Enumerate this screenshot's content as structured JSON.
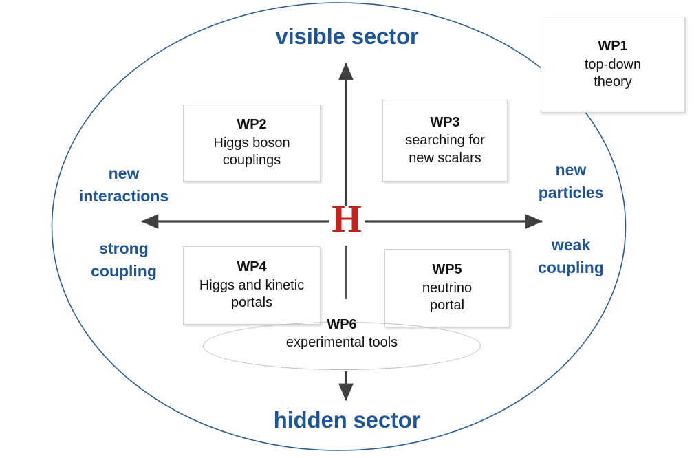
{
  "diagram": {
    "title_top": "visible sector",
    "title_bottom": "hidden sector",
    "center_symbol": "H",
    "axis_labels": {
      "top_left_line1": "new",
      "top_left_line2": "interactions",
      "bottom_left_line1": "strong",
      "bottom_left_line2": "coupling",
      "top_right_line1": "new",
      "top_right_line2": "particles",
      "bottom_right_line1": "weak",
      "bottom_right_line2": "coupling"
    },
    "colors": {
      "label_blue": "#1f5596",
      "center_red": "#c0241c",
      "ellipse_outline": "#2f5b8c",
      "arrow": "#404040",
      "box_border": "#d3d3d3",
      "background": "#ffffff"
    },
    "work_packages": [
      {
        "id": "WP1",
        "title": "WP1",
        "desc_line1": "top-down",
        "desc_line2": "theory"
      },
      {
        "id": "WP2",
        "title": "WP2",
        "desc_line1": "Higgs boson",
        "desc_line2": "couplings"
      },
      {
        "id": "WP3",
        "title": "WP3",
        "desc_line1": "searching for",
        "desc_line2": "new scalars"
      },
      {
        "id": "WP4",
        "title": "WP4",
        "desc_line1": "Higgs and kinetic",
        "desc_line2": "portals"
      },
      {
        "id": "WP5",
        "title": "WP5",
        "desc_line1": "neutrino",
        "desc_line2": "portal"
      },
      {
        "id": "WP6",
        "title": "WP6",
        "desc_line1": "experimental tools",
        "desc_line2": ""
      }
    ],
    "icons": {
      "arrow_up": "arrow-up-icon",
      "arrow_down": "arrow-down-icon",
      "arrow_left": "arrow-left-icon",
      "arrow_right": "arrow-right-icon",
      "outer_ellipse": "ellipse-boundary-icon"
    }
  }
}
